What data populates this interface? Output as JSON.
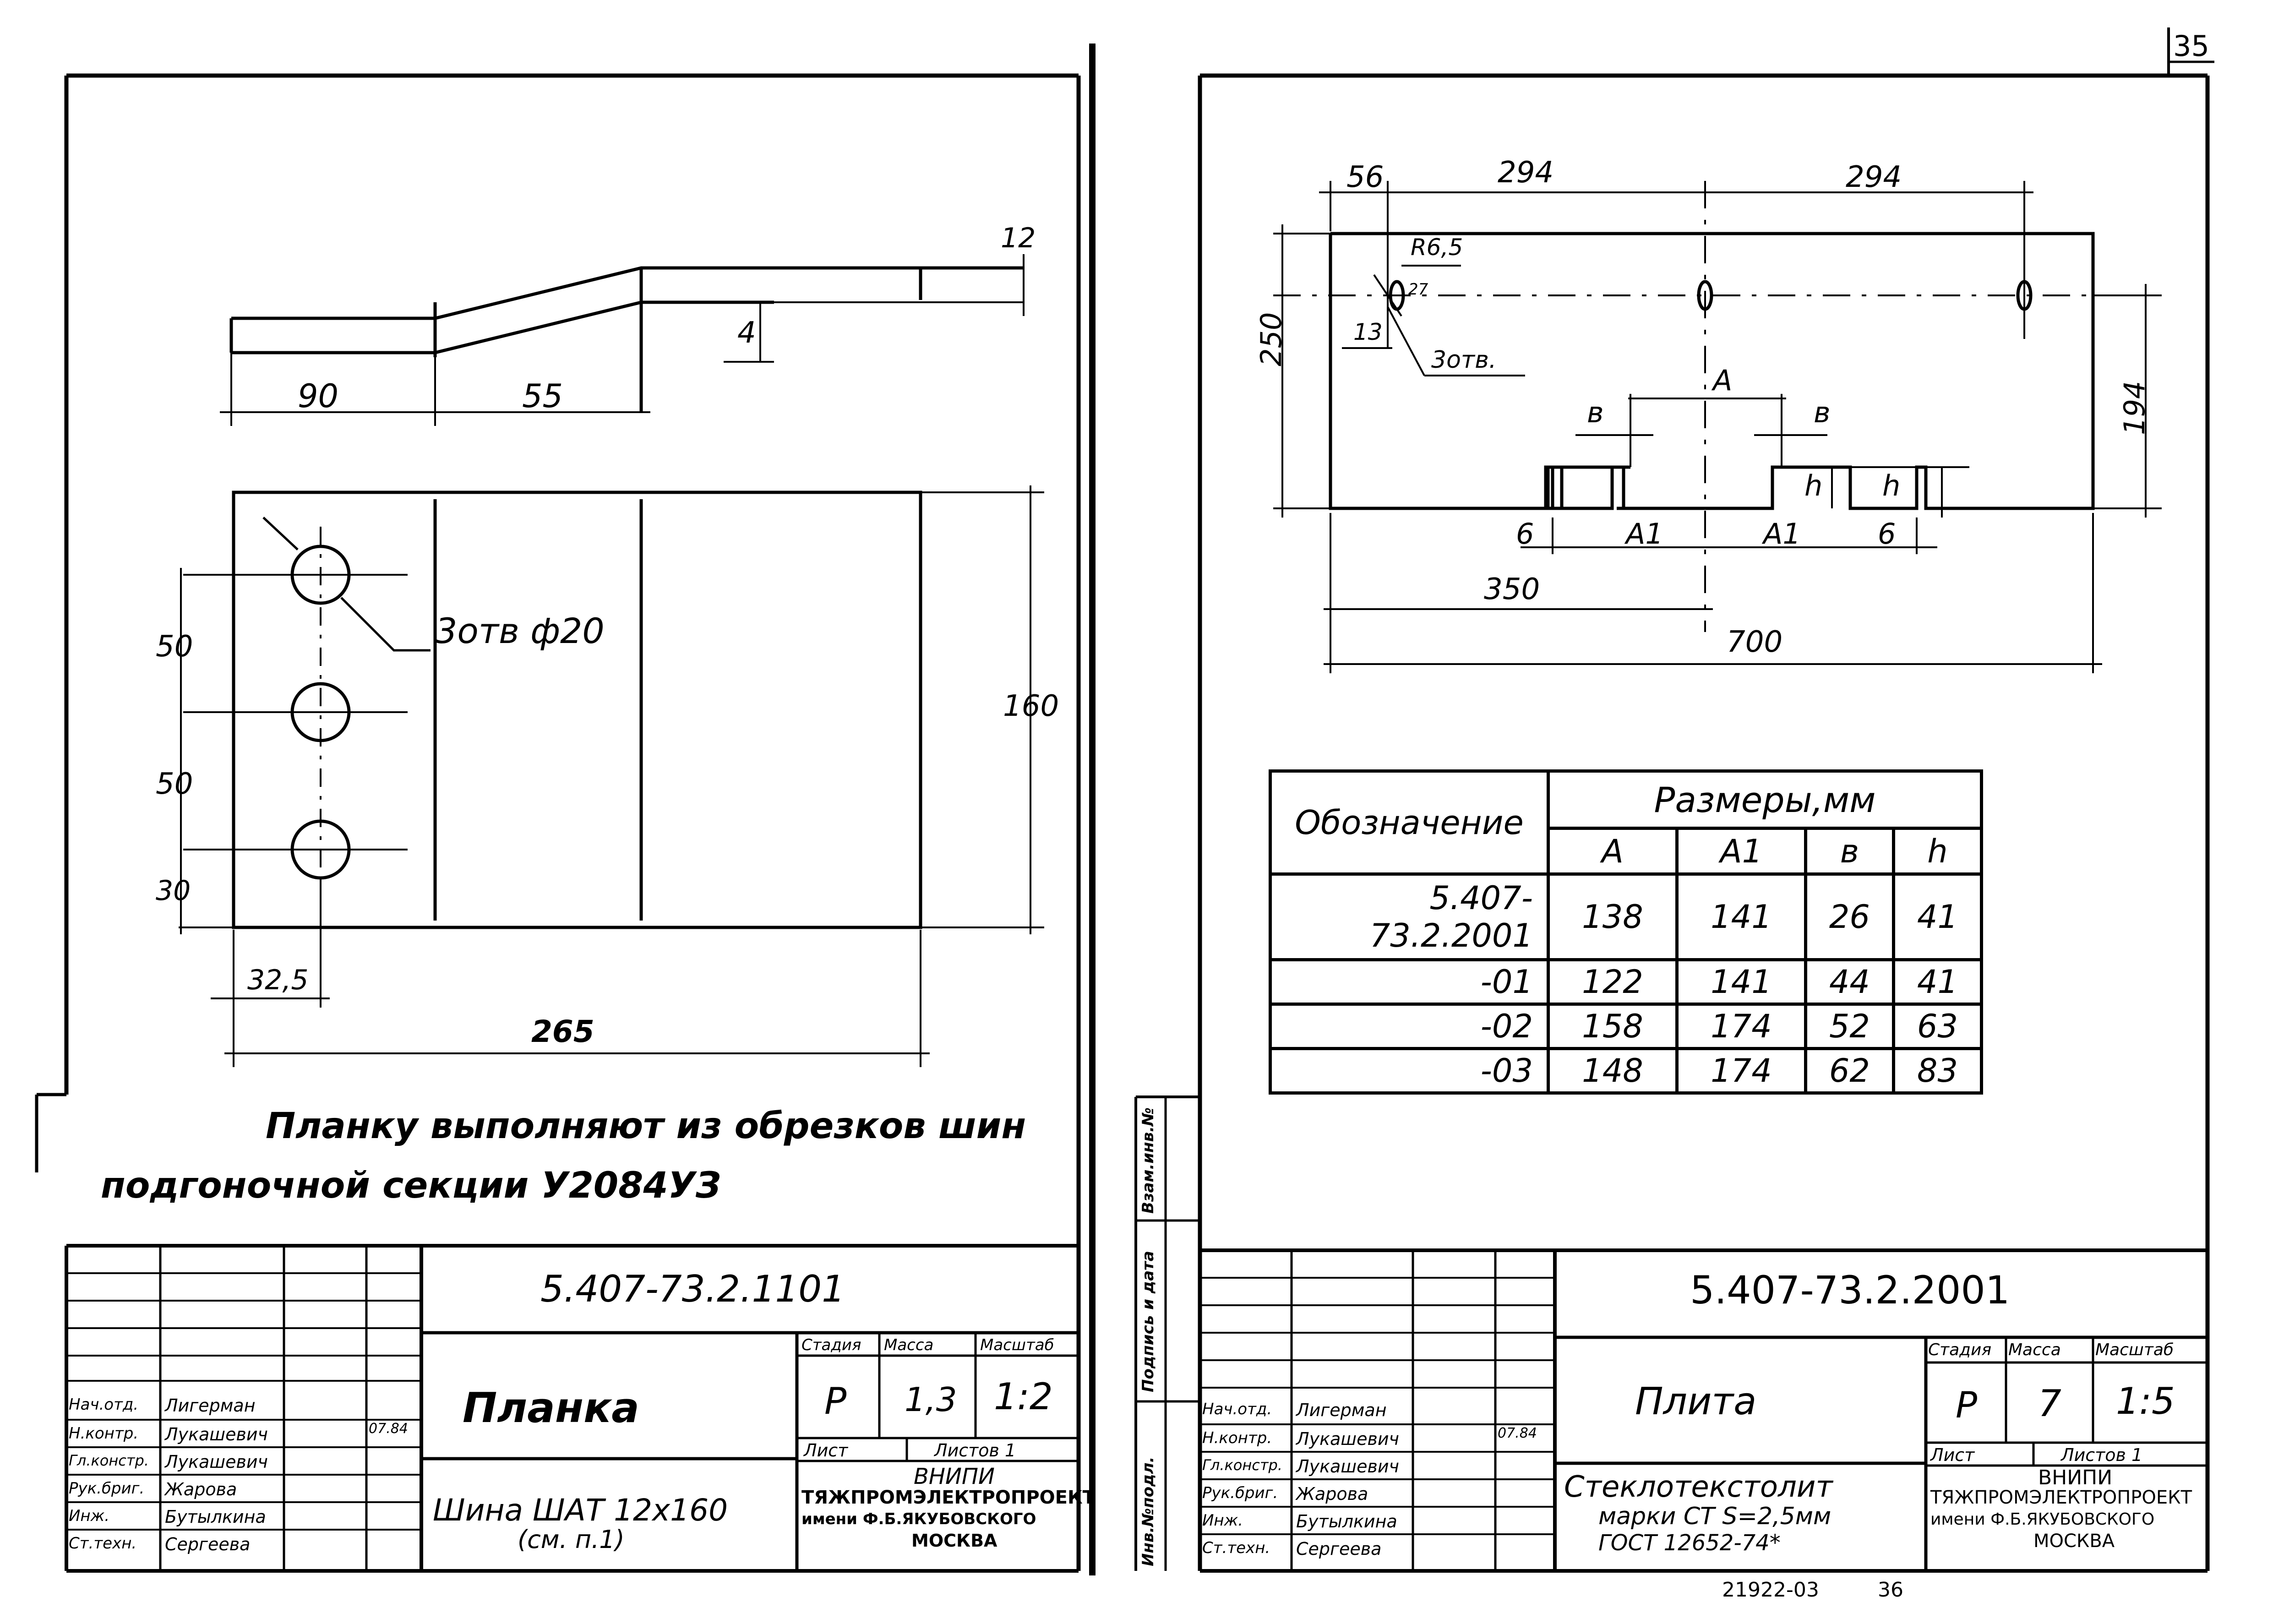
{
  "page_number": "35",
  "left_sheet": {
    "dims_top": {
      "d90": "90",
      "d55": "55",
      "d4": "4",
      "d12": "12"
    },
    "dims_plate": {
      "d50a": "50",
      "d50b": "50",
      "d30": "30",
      "d160": "160",
      "d325": "32,5",
      "d265": "265"
    },
    "holes_label": "3отв ф20",
    "note_line1": "Планку выполняют из обрезков шин",
    "note_line2": "подгоночной секции У2084УЗ",
    "title_block": {
      "doc_code": "5.407-73.2.1101",
      "name": "Планка",
      "material_line1": "Шина ШАТ 12х160",
      "material_line2": "(см. п.1)",
      "headers": {
        "stage": "Стадия",
        "mass": "Масса",
        "scale": "Масштаб"
      },
      "stage": "Р",
      "mass": "1,3",
      "scale": "1:2",
      "sheet": "Лист",
      "sheets": "Листов 1",
      "org_line1": "ВНИПИ",
      "org_line2": "ТЯЖПРОМЭЛЕКТРОПРОЕКТ",
      "org_line3": "имени Ф.Б.ЯКУБОВСКОГО",
      "org_line4": "МОСКВА",
      "date": "07.84",
      "staff": [
        {
          "role": "Нач.отд.",
          "name": "Лигерман"
        },
        {
          "role": "Н.контр.",
          "name": "Лукашевич"
        },
        {
          "role": "Гл.констр.",
          "name": "Лукашевич"
        },
        {
          "role": "Рук.бриг.",
          "name": "Жарова"
        },
        {
          "role": "Инж.",
          "name": "Бутылкина"
        },
        {
          "role": "Ст.техн.",
          "name": "Сергеева"
        }
      ]
    }
  },
  "right_sheet": {
    "dims": {
      "d56": "56",
      "d294a": "294",
      "d294b": "294",
      "r65": "R6,5",
      "d27": "27",
      "d13": "13",
      "holes": "3отв.",
      "d250": "250",
      "d194": "194",
      "A": "A",
      "b1": "в",
      "b2": "в",
      "h1": "h",
      "h2": "h",
      "d6a": "6",
      "d6b": "6",
      "A1a": "A1",
      "A1b": "A1",
      "d350": "350",
      "d700": "700"
    },
    "table": {
      "col_designation": "Обозначение",
      "group_header": "Размеры,мм",
      "cols": [
        "A",
        "A1",
        "в",
        "h"
      ],
      "rows": [
        {
          "name": "5.407-73.2.2001",
          "v": [
            "138",
            "141",
            "26",
            "41"
          ]
        },
        {
          "name": "-01",
          "v": [
            "122",
            "141",
            "44",
            "41"
          ]
        },
        {
          "name": "-02",
          "v": [
            "158",
            "174",
            "52",
            "63"
          ]
        },
        {
          "name": "-03",
          "v": [
            "148",
            "174",
            "62",
            "83"
          ]
        }
      ]
    },
    "side_labels": [
      "Инв.№подл.",
      "Подпись и дата",
      "Взам.инв.№"
    ],
    "title_block": {
      "doc_code": "5.407-73.2.2001",
      "name": "Плита",
      "material_line1": "Стеклотекстолит",
      "material_line2": "марки СТ S=2,5мм",
      "material_line3": "ГОСТ 12652-74*",
      "headers": {
        "stage": "Стадия",
        "mass": "Масса",
        "scale": "Масштаб"
      },
      "stage": "Р",
      "mass": "7",
      "scale": "1:5",
      "sheet": "Лист",
      "sheets": "Листов 1",
      "org_line1": "ВНИПИ",
      "org_line2": "ТЯЖПРОМЭЛЕКТРОПРОЕКТ",
      "org_line3": "имени Ф.Б.ЯКУБОВСКОГО",
      "org_line4": "МОСКВА",
      "date": "07.84",
      "staff": [
        {
          "role": "Нач.отд.",
          "name": "Лигерман"
        },
        {
          "role": "Н.контр.",
          "name": "Лукашевич"
        },
        {
          "role": "Гл.констр.",
          "name": "Лукашевич"
        },
        {
          "role": "Рук.бриг.",
          "name": "Жарова"
        },
        {
          "role": "Инж.",
          "name": "Бутылкина"
        },
        {
          "role": "Ст.техн.",
          "name": "Сергеева"
        }
      ]
    },
    "footer_code": "21922-03",
    "footer_page": "36"
  }
}
